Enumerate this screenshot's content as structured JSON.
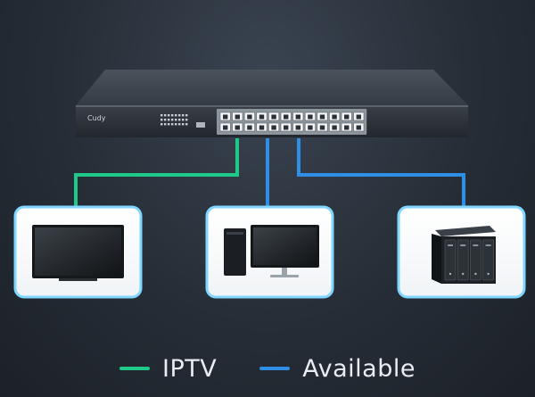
{
  "switch": {
    "brand": "Cudy",
    "port_count": 24
  },
  "connections": [
    {
      "device": "tv-icon",
      "link_type": "IPTV"
    },
    {
      "device": "desktop-computer-icon",
      "link_type": "Available"
    },
    {
      "device": "nas-storage-icon",
      "link_type": "Available"
    }
  ],
  "legend": [
    {
      "label": "IPTV",
      "color": "#1fc98a"
    },
    {
      "label": "Available",
      "color": "#2f8fe6"
    }
  ],
  "colors": {
    "background": "#262d36",
    "card": "#ffffff",
    "card_border": "#7fd6ff",
    "switch_body": "#2b3138"
  }
}
